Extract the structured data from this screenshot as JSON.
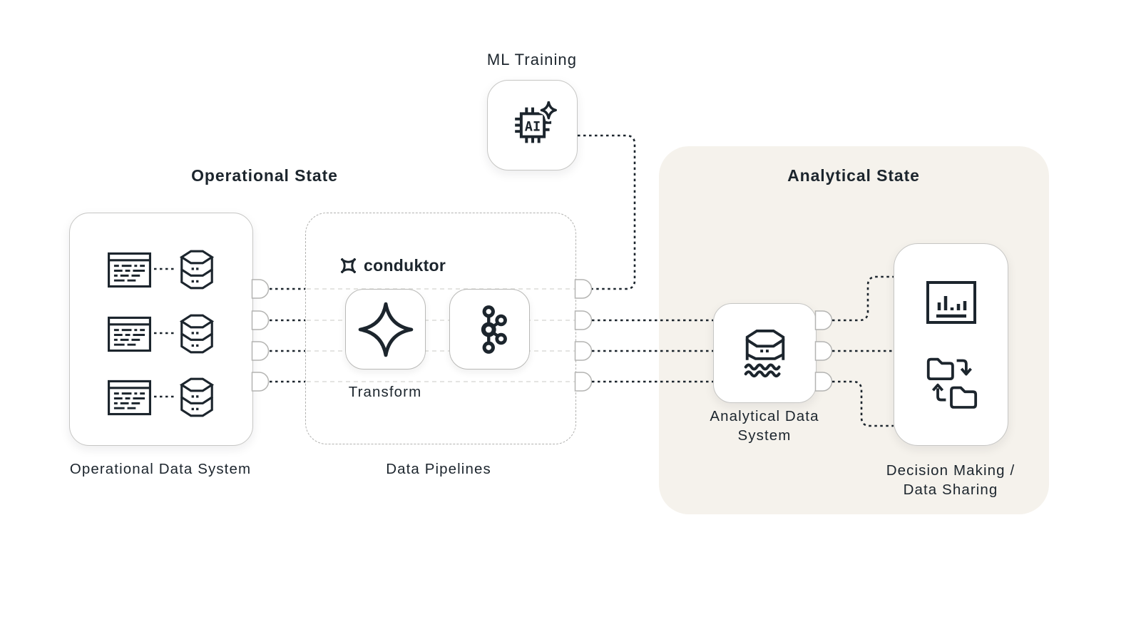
{
  "headings": {
    "operational": "Operational State",
    "analytical": "Analytical State"
  },
  "ml": {
    "label": "ML Training",
    "chip_text": "AI",
    "icon": "ai-chip-icon"
  },
  "operational_system": {
    "label": "Operational Data System",
    "row_count": 3,
    "row_icons": [
      "table-icon",
      "database-icon"
    ]
  },
  "pipelines": {
    "label": "Data Pipelines",
    "brand": "conduktor",
    "brand_icon": "conduktor-mark-icon",
    "transform": "Transform",
    "tool_icons": [
      "sparkle-icon",
      "kafka-icon"
    ]
  },
  "analytical_system": {
    "label_line1": "Analytical Data",
    "label_line2": "System",
    "icon": "data-lake-icon"
  },
  "decision": {
    "label_line1": "Decision Making /",
    "label_line2": "Data Sharing",
    "icons": [
      "bar-chart-icon",
      "folder-sync-icon"
    ]
  },
  "colors": {
    "ink": "#1c252d",
    "panel_beige": "#f5f2ec",
    "card_border": "#c6c6c4",
    "dashed_border": "#b2b2b0",
    "light_dash": "#dcdcd8"
  }
}
